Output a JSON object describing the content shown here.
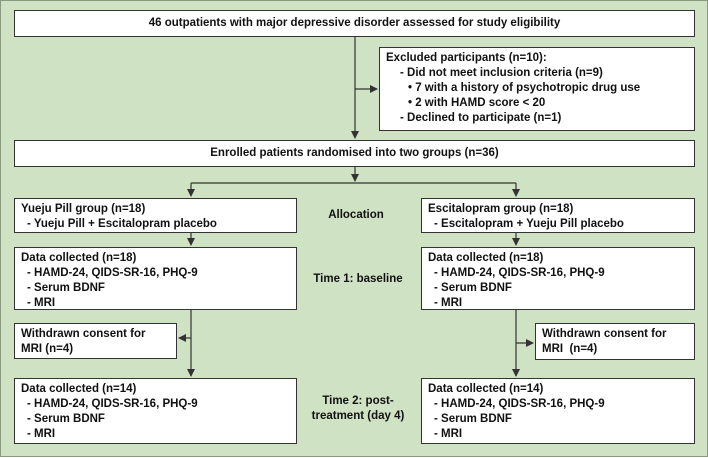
{
  "assessed": "46 outpatients with major depressive disorder assessed for study eligibility",
  "excluded": {
    "title": "Excluded participants (n=10):",
    "lines": [
      "- Did not meet inclusion criteria (n=9)",
      "• 7 with a history of psychotropic drug use",
      "• 2 with HAMD score < 20",
      "- Declined to participate (n=1)"
    ]
  },
  "enrolled": "Enrolled patients randomised into two groups (n=36)",
  "stages": {
    "allocation": "Allocation",
    "time1": "Time 1: baseline",
    "time2_line1": "Time 2: post-",
    "time2_line2": "treatment (day 4)"
  },
  "left": {
    "group_title": "Yueju Pill group (n=18)",
    "group_detail": "- Yueju Pill + Escitalopram placebo",
    "baseline": {
      "title": "Data collected (n=18)",
      "items": [
        "- HAMD-24, QIDS-SR-16, PHQ-9",
        "- Serum BDNF",
        "- MRI"
      ]
    },
    "withdrawn": [
      "Withdrawn consent for",
      "MRI (n=4)"
    ],
    "post": {
      "title": "Data collected (n=14)",
      "items": [
        "- HAMD-24, QIDS-SR-16, PHQ-9",
        "- Serum BDNF",
        "- MRI"
      ]
    }
  },
  "right": {
    "group_title": "Escitalopram group (n=18)",
    "group_detail": "- Escitalopram + Yueju Pill placebo",
    "baseline": {
      "title": "Data collected (n=18)",
      "items": [
        "- HAMD-24, QIDS-SR-16, PHQ-9",
        "- Serum BDNF",
        "- MRI"
      ]
    },
    "withdrawn": [
      "Withdrawn consent for",
      "MRI  (n=4)"
    ],
    "post": {
      "title": "Data collected (n=14)",
      "items": [
        "- HAMD-24, QIDS-SR-16, PHQ-9",
        "- Serum BDNF",
        "- MRI"
      ]
    }
  },
  "colors": {
    "background": "#cfe2c3",
    "box": "#ffffff",
    "line": "#333333"
  }
}
